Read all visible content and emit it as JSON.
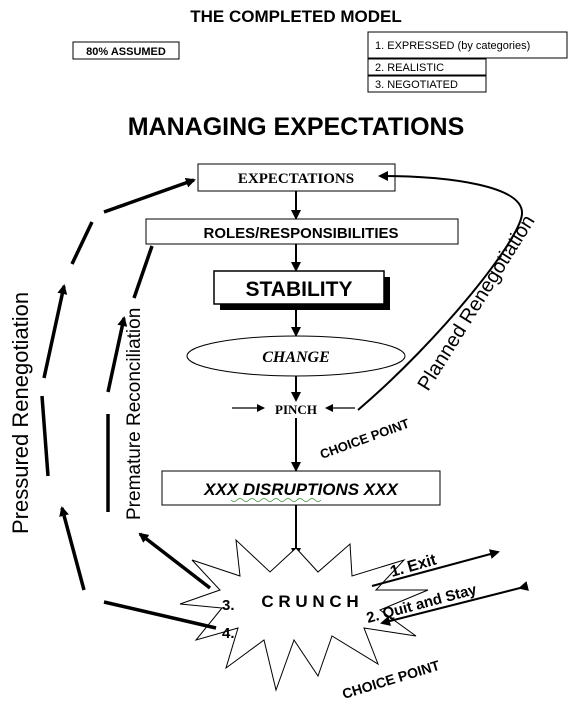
{
  "title": "THE COMPLETED MODEL",
  "assumed_box": "80% ASSUMED",
  "criteria": [
    "1. EXPRESSED (by categories)",
    "2. REALISTIC",
    "3. NEGOTIATED"
  ],
  "heading": "MANAGING EXPECTATIONS",
  "flow": {
    "expectations": "EXPECTATIONS",
    "roles": "ROLES/RESPONSIBILITIES",
    "stability": "STABILITY",
    "change": "CHANGE",
    "pinch": "PINCH",
    "disruptions": "XXX  DISRUPTIONS  XXX",
    "crunch": "C R U N C H"
  },
  "side_labels": {
    "pressured": "Pressured Renegotiation",
    "premature": "Premature Reconciliation",
    "planned": "Planned Renegotiation"
  },
  "choice_point_upper": "CHOICE POINT",
  "choice_point_lower": "CHOICE POINT",
  "crunch_options": {
    "exit": "1. Exit",
    "quit_stay": "2. Quit and Stay",
    "three": "3.",
    "four": "4."
  }
}
